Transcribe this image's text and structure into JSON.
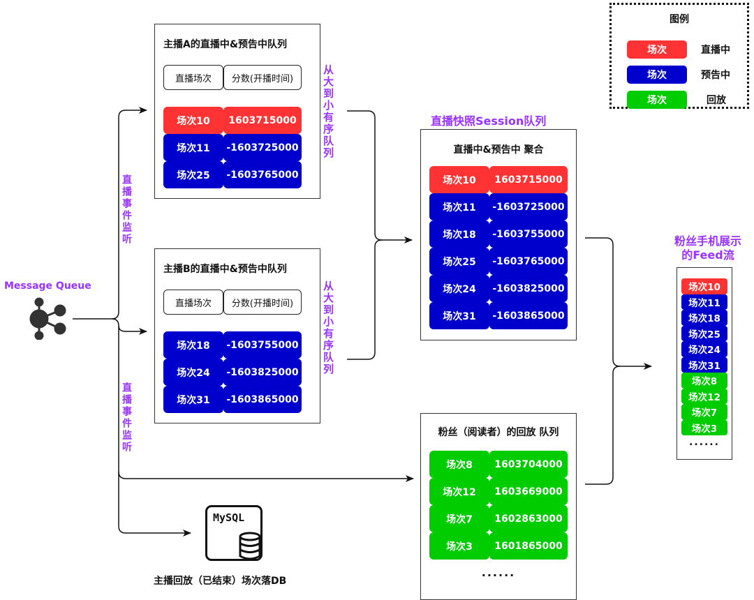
{
  "colors": {
    "live": "#FF3333",
    "preview": "#0000CC",
    "replay": "#00CC00",
    "accent_text": "#9933FF",
    "line": "#111111"
  },
  "legend": {
    "title": "图例",
    "items": [
      {
        "swatch": "场次",
        "label": "直播中",
        "status": "live"
      },
      {
        "swatch": "场次",
        "label": "预告中",
        "status": "preview"
      },
      {
        "swatch": "场次",
        "label": "回放",
        "status": "replay"
      }
    ]
  },
  "source": {
    "label": "Message Queue",
    "icon": "share-nodes-icon"
  },
  "edge_labels": {
    "upper": "直播事件监听",
    "lower": "直播事件监听",
    "sort_order_a": "从大到小有序队列",
    "sort_order_b": "从大到小有序队列"
  },
  "anchor_a": {
    "title": "主播A的直播中&预告中队列",
    "header": [
      "直播场次",
      "分数(开播时间)"
    ],
    "rows": [
      {
        "session": "场次10",
        "score": "1603715000",
        "status": "live"
      },
      {
        "session": "场次11",
        "score": "-1603725000",
        "status": "preview"
      },
      {
        "session": "场次25",
        "score": "-1603765000",
        "status": "preview"
      }
    ]
  },
  "anchor_b": {
    "title": "主播B的直播中&预告中队列",
    "header": [
      "直播场次",
      "分数(开播时间)"
    ],
    "rows": [
      {
        "session": "场次18",
        "score": "-1603755000",
        "status": "preview"
      },
      {
        "session": "场次24",
        "score": "-1603825000",
        "status": "preview"
      },
      {
        "session": "场次31",
        "score": "-1603865000",
        "status": "preview"
      }
    ]
  },
  "session_queue": {
    "caption": "直播快照Session队列",
    "title": "直播中&预告中 聚合",
    "rows": [
      {
        "session": "场次10",
        "score": "1603715000",
        "status": "live"
      },
      {
        "session": "场次11",
        "score": "-1603725000",
        "status": "preview"
      },
      {
        "session": "场次18",
        "score": "-1603755000",
        "status": "preview"
      },
      {
        "session": "场次25",
        "score": "-1603765000",
        "status": "preview"
      },
      {
        "session": "场次24",
        "score": "-1603825000",
        "status": "preview"
      },
      {
        "session": "场次31",
        "score": "-1603865000",
        "status": "preview"
      }
    ]
  },
  "replay_queue": {
    "title": "粉丝（阅读者）的回放 队列",
    "rows": [
      {
        "session": "场次8",
        "score": "1603704000",
        "status": "replay"
      },
      {
        "session": "场次12",
        "score": "1603669000",
        "status": "replay"
      },
      {
        "session": "场次7",
        "score": "1602863000",
        "status": "replay"
      },
      {
        "session": "场次3",
        "score": "1601865000",
        "status": "replay"
      }
    ],
    "more": "......"
  },
  "feed": {
    "caption_line1": "粉丝手机展示",
    "caption_line2": "的Feed流",
    "items": [
      {
        "session": "场次10",
        "status": "live"
      },
      {
        "session": "场次11",
        "status": "preview"
      },
      {
        "session": "场次18",
        "status": "preview"
      },
      {
        "session": "场次25",
        "status": "preview"
      },
      {
        "session": "场次24",
        "status": "preview"
      },
      {
        "session": "场次31",
        "status": "preview"
      },
      {
        "session": "场次8",
        "status": "replay"
      },
      {
        "session": "场次12",
        "status": "replay"
      },
      {
        "session": "场次7",
        "status": "replay"
      },
      {
        "session": "场次3",
        "status": "replay"
      }
    ],
    "more": "......"
  },
  "database": {
    "icon": "mysql-database-icon",
    "badge": "MySQL",
    "caption": "主播回放（已结束）场次落DB"
  }
}
